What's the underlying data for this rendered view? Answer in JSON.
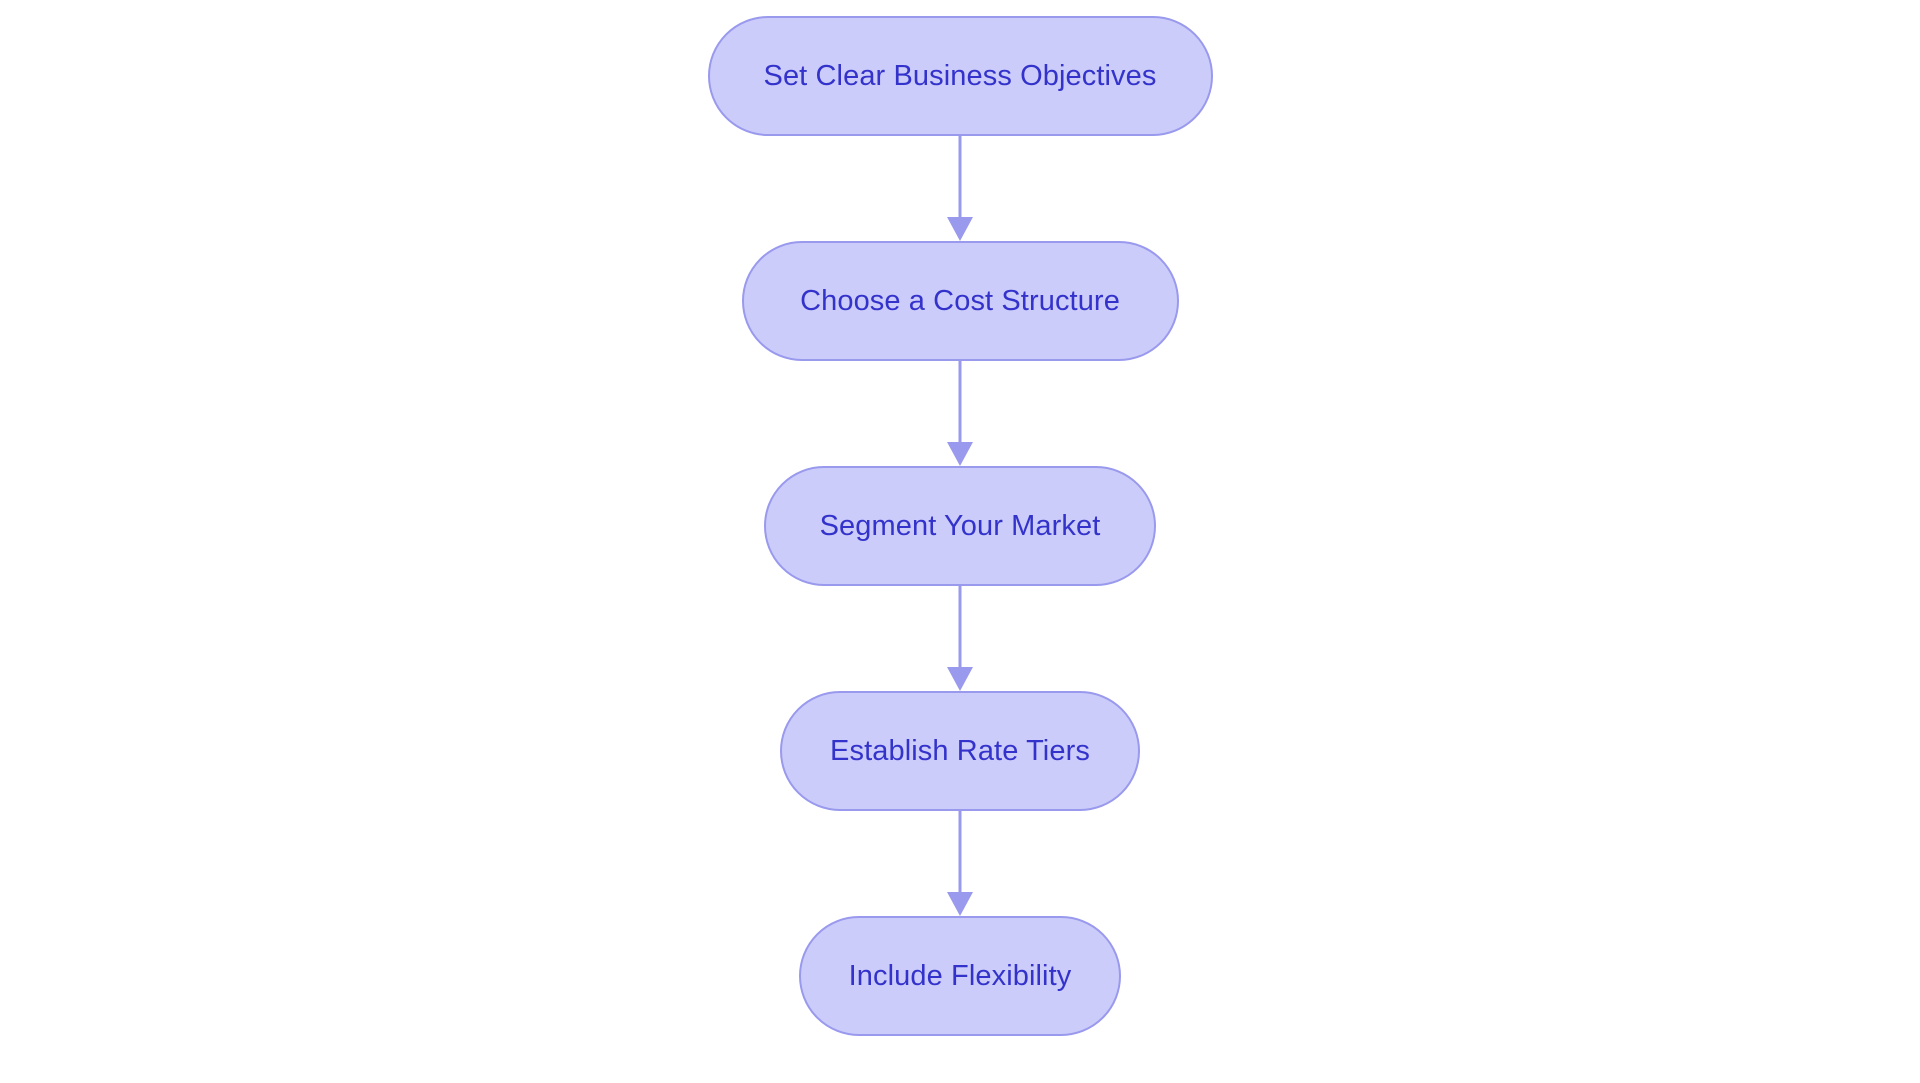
{
  "diagram": {
    "type": "flowchart",
    "orientation": "vertical-top-to-bottom",
    "background_color": "#ffffff",
    "node_fill_color": "#ccccfa",
    "node_border_color": "#9999ee",
    "node_text_color": "#3333cc",
    "connector_color": "#9999ee",
    "node_shape": "pill",
    "nodes": [
      {
        "id": "node-1",
        "label": "Set Clear Business Objectives"
      },
      {
        "id": "node-2",
        "label": "Choose a Cost Structure"
      },
      {
        "id": "node-3",
        "label": "Segment Your Market"
      },
      {
        "id": "node-4",
        "label": "Establish Rate Tiers"
      },
      {
        "id": "node-5",
        "label": "Include Flexibility"
      }
    ],
    "connectors": [
      {
        "id": "connector-1",
        "from": "node-1",
        "to": "node-2",
        "arrow": "down-arrow-icon"
      },
      {
        "id": "connector-2",
        "from": "node-2",
        "to": "node-3",
        "arrow": "down-arrow-icon"
      },
      {
        "id": "connector-3",
        "from": "node-3",
        "to": "node-4",
        "arrow": "down-arrow-icon"
      },
      {
        "id": "connector-4",
        "from": "node-4",
        "to": "node-5",
        "arrow": "down-arrow-icon"
      }
    ]
  }
}
